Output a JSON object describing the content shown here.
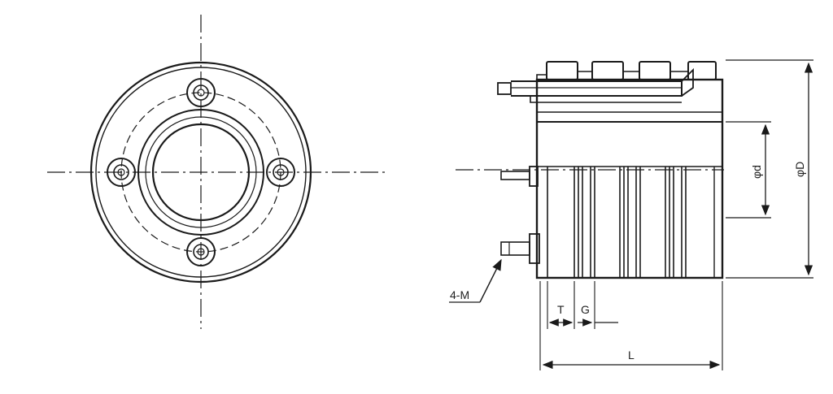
{
  "drawing": {
    "front_view": {
      "bolt_holes": 4
    },
    "side_view": {
      "labels": {
        "bolt_callout": "4-M",
        "ring_thickness": "T",
        "ring_gap": "G",
        "overall_length": "L",
        "inner_diameter": "φd",
        "outer_diameter": "φD"
      }
    },
    "colors": {
      "line": "#1a1a1a",
      "background": "#ffffff"
    }
  }
}
